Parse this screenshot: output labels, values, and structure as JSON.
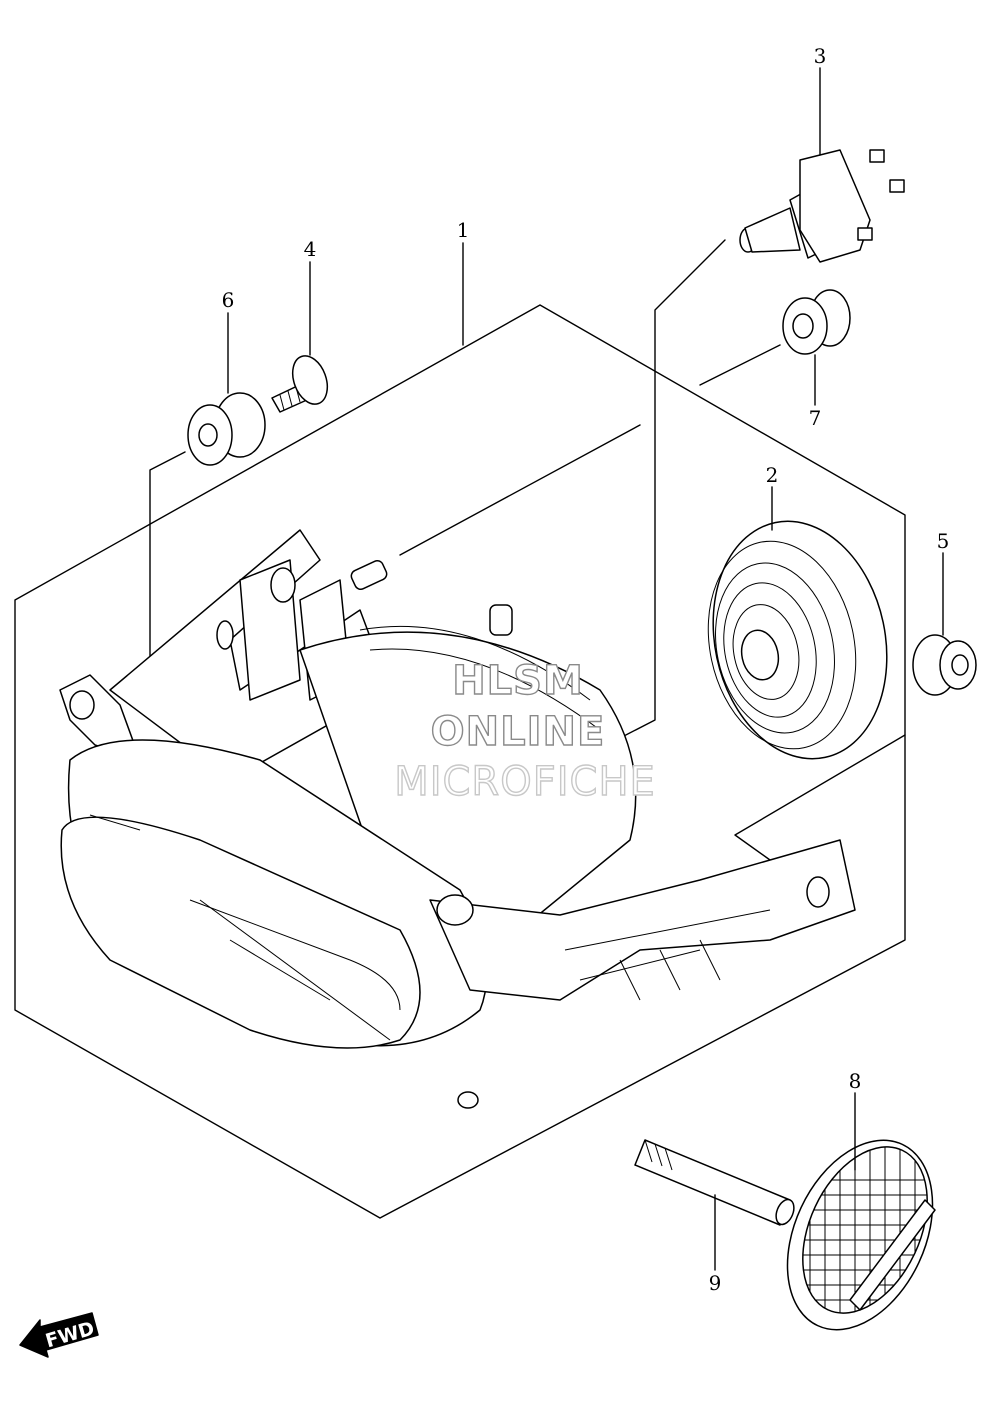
{
  "callouts": [
    {
      "number": "1"
    },
    {
      "number": "2"
    },
    {
      "number": "3"
    },
    {
      "number": "4"
    },
    {
      "number": "5"
    },
    {
      "number": "6"
    },
    {
      "number": "7"
    },
    {
      "number": "8"
    },
    {
      "number": "9"
    }
  ],
  "watermark": {
    "line1": "HLSM",
    "line2": "ONLINE",
    "line3": "MICROFICHE"
  },
  "direction_badge": {
    "label": "FWD",
    "icon": "arrow-down-left-icon"
  }
}
